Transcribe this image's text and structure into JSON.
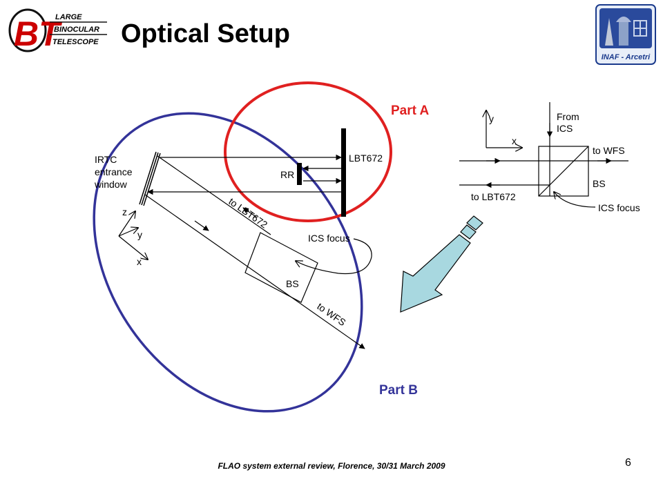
{
  "slide": {
    "title": "Optical Setup",
    "footer": "FLAO system external review, Florence, 30/31 March 2009",
    "page_number": "6"
  },
  "logos": {
    "lbt": {
      "letters": "BT",
      "line1": "LARGE",
      "line2": "BINOCULAR",
      "line3": "TELESCOPE",
      "color": "#cc0000"
    },
    "inaf": {
      "caption": "INAF - Arcetri",
      "border": "#1a3a8c"
    }
  },
  "diagram": {
    "part_a": {
      "label": "Part A",
      "color": "#e02020"
    },
    "part_b": {
      "label": "Part B",
      "color": "#333399"
    },
    "left": {
      "irtc_line1": "IRTC",
      "irtc_line2": "entrance",
      "irtc_line3": "window",
      "lbt672": "LBT672",
      "rr": "RR",
      "to_lbt672": "to LBT672",
      "ics_focus": "ICS focus",
      "bs": "BS",
      "to_wfs": "to WFS",
      "axis_z": "z",
      "axis_y": "y",
      "axis_x": "x"
    },
    "right": {
      "axis_y": "y",
      "axis_x": "x",
      "from_line1": "From",
      "from_line2": "ICS",
      "to_wfs": "to WFS",
      "bs": "BS",
      "to_lbt672": "to LBT672",
      "ics_focus": "ICS focus"
    },
    "arrow_color": "#a8d8e0"
  }
}
